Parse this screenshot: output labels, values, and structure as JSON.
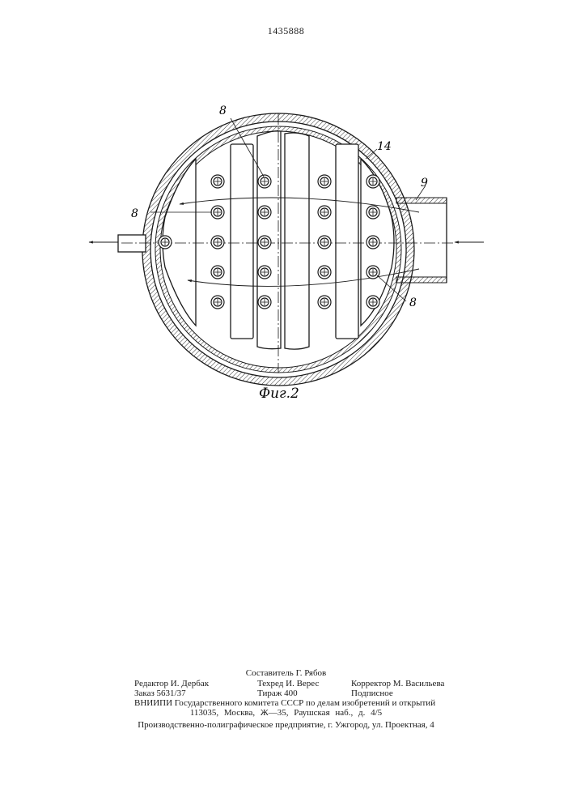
{
  "header": {
    "patent_number": "1435888"
  },
  "figure": {
    "caption": "Фиг.2",
    "callouts": [
      "8",
      "14",
      "9",
      "8",
      "8"
    ]
  },
  "imprint": {
    "compiler": "Составитель Г. Рябов",
    "editor": "Редактор И. Дербак",
    "tech_editor": "Техред И. Верес",
    "corrector": "Корректор М. Васильева",
    "order": "Заказ 5631/37",
    "circulation": "Тираж 400",
    "subscription": "Подписное",
    "institute": "ВНИИПИ Государственного комитета СССР по делам изобретений и открытий",
    "address": "113035, Москва, Ж—35, Раушская наб., д. 4/5",
    "printer": "Производственно-полиграфическое предприятие, г. Ужгород, ул. Проектная, 4"
  },
  "colors": {
    "ink": "#1a1a1a",
    "paper": "#ffffff"
  }
}
